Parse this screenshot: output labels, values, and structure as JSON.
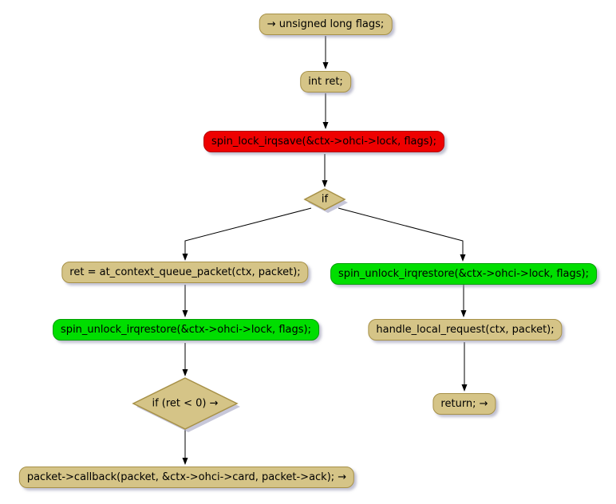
{
  "diagram": {
    "kind": "activity-flowchart",
    "colors": {
      "background": "#FFFFFF",
      "node_fill": "#D5C487",
      "node_border": "#A79148",
      "red_fill": "#EE0000",
      "red_border": "#B40000",
      "green_fill": "#00DE00",
      "green_border": "#009E00",
      "arrow": "#000000",
      "shadow": "#A9A9C4",
      "text": "#000000"
    },
    "nodes": {
      "flags": {
        "shape": "rounded-rect",
        "fill": "tan",
        "label": "→ unsigned long flags;"
      },
      "int_ret": {
        "shape": "rounded-rect",
        "fill": "tan",
        "label": "int ret;"
      },
      "spin_lock": {
        "shape": "rounded-rect",
        "fill": "red",
        "label": "spin_lock_irqsave(&ctx->ohci->lock, flags);"
      },
      "if_main": {
        "shape": "diamond",
        "fill": "tan",
        "label": "if"
      },
      "queue_packet": {
        "shape": "rounded-rect",
        "fill": "tan",
        "label": "ret = at_context_queue_packet(ctx, packet);"
      },
      "unlock_left": {
        "shape": "rounded-rect",
        "fill": "green",
        "label": "spin_unlock_irqrestore(&ctx->ohci->lock, flags);"
      },
      "if_ret": {
        "shape": "diamond",
        "fill": "tan",
        "label": "if (ret < 0) →"
      },
      "callback": {
        "shape": "rounded-rect",
        "fill": "tan",
        "label": "packet->callback(packet, &ctx->ohci->card, packet->ack); →"
      },
      "unlock_right": {
        "shape": "rounded-rect",
        "fill": "green",
        "label": "spin_unlock_irqrestore(&ctx->ohci->lock, flags);"
      },
      "handle_local": {
        "shape": "rounded-rect",
        "fill": "tan",
        "label": "handle_local_request(ctx, packet);"
      },
      "return_stmt": {
        "shape": "rounded-rect",
        "fill": "tan",
        "label": "return; →"
      }
    },
    "edges": [
      {
        "from": "flags",
        "to": "int_ret"
      },
      {
        "from": "int_ret",
        "to": "spin_lock"
      },
      {
        "from": "spin_lock",
        "to": "if_main"
      },
      {
        "from": "if_main",
        "to": "queue_packet",
        "branch": "left"
      },
      {
        "from": "if_main",
        "to": "unlock_right",
        "branch": "right"
      },
      {
        "from": "queue_packet",
        "to": "unlock_left"
      },
      {
        "from": "unlock_left",
        "to": "if_ret"
      },
      {
        "from": "if_ret",
        "to": "callback"
      },
      {
        "from": "unlock_right",
        "to": "handle_local"
      },
      {
        "from": "handle_local",
        "to": "return_stmt"
      }
    ]
  }
}
